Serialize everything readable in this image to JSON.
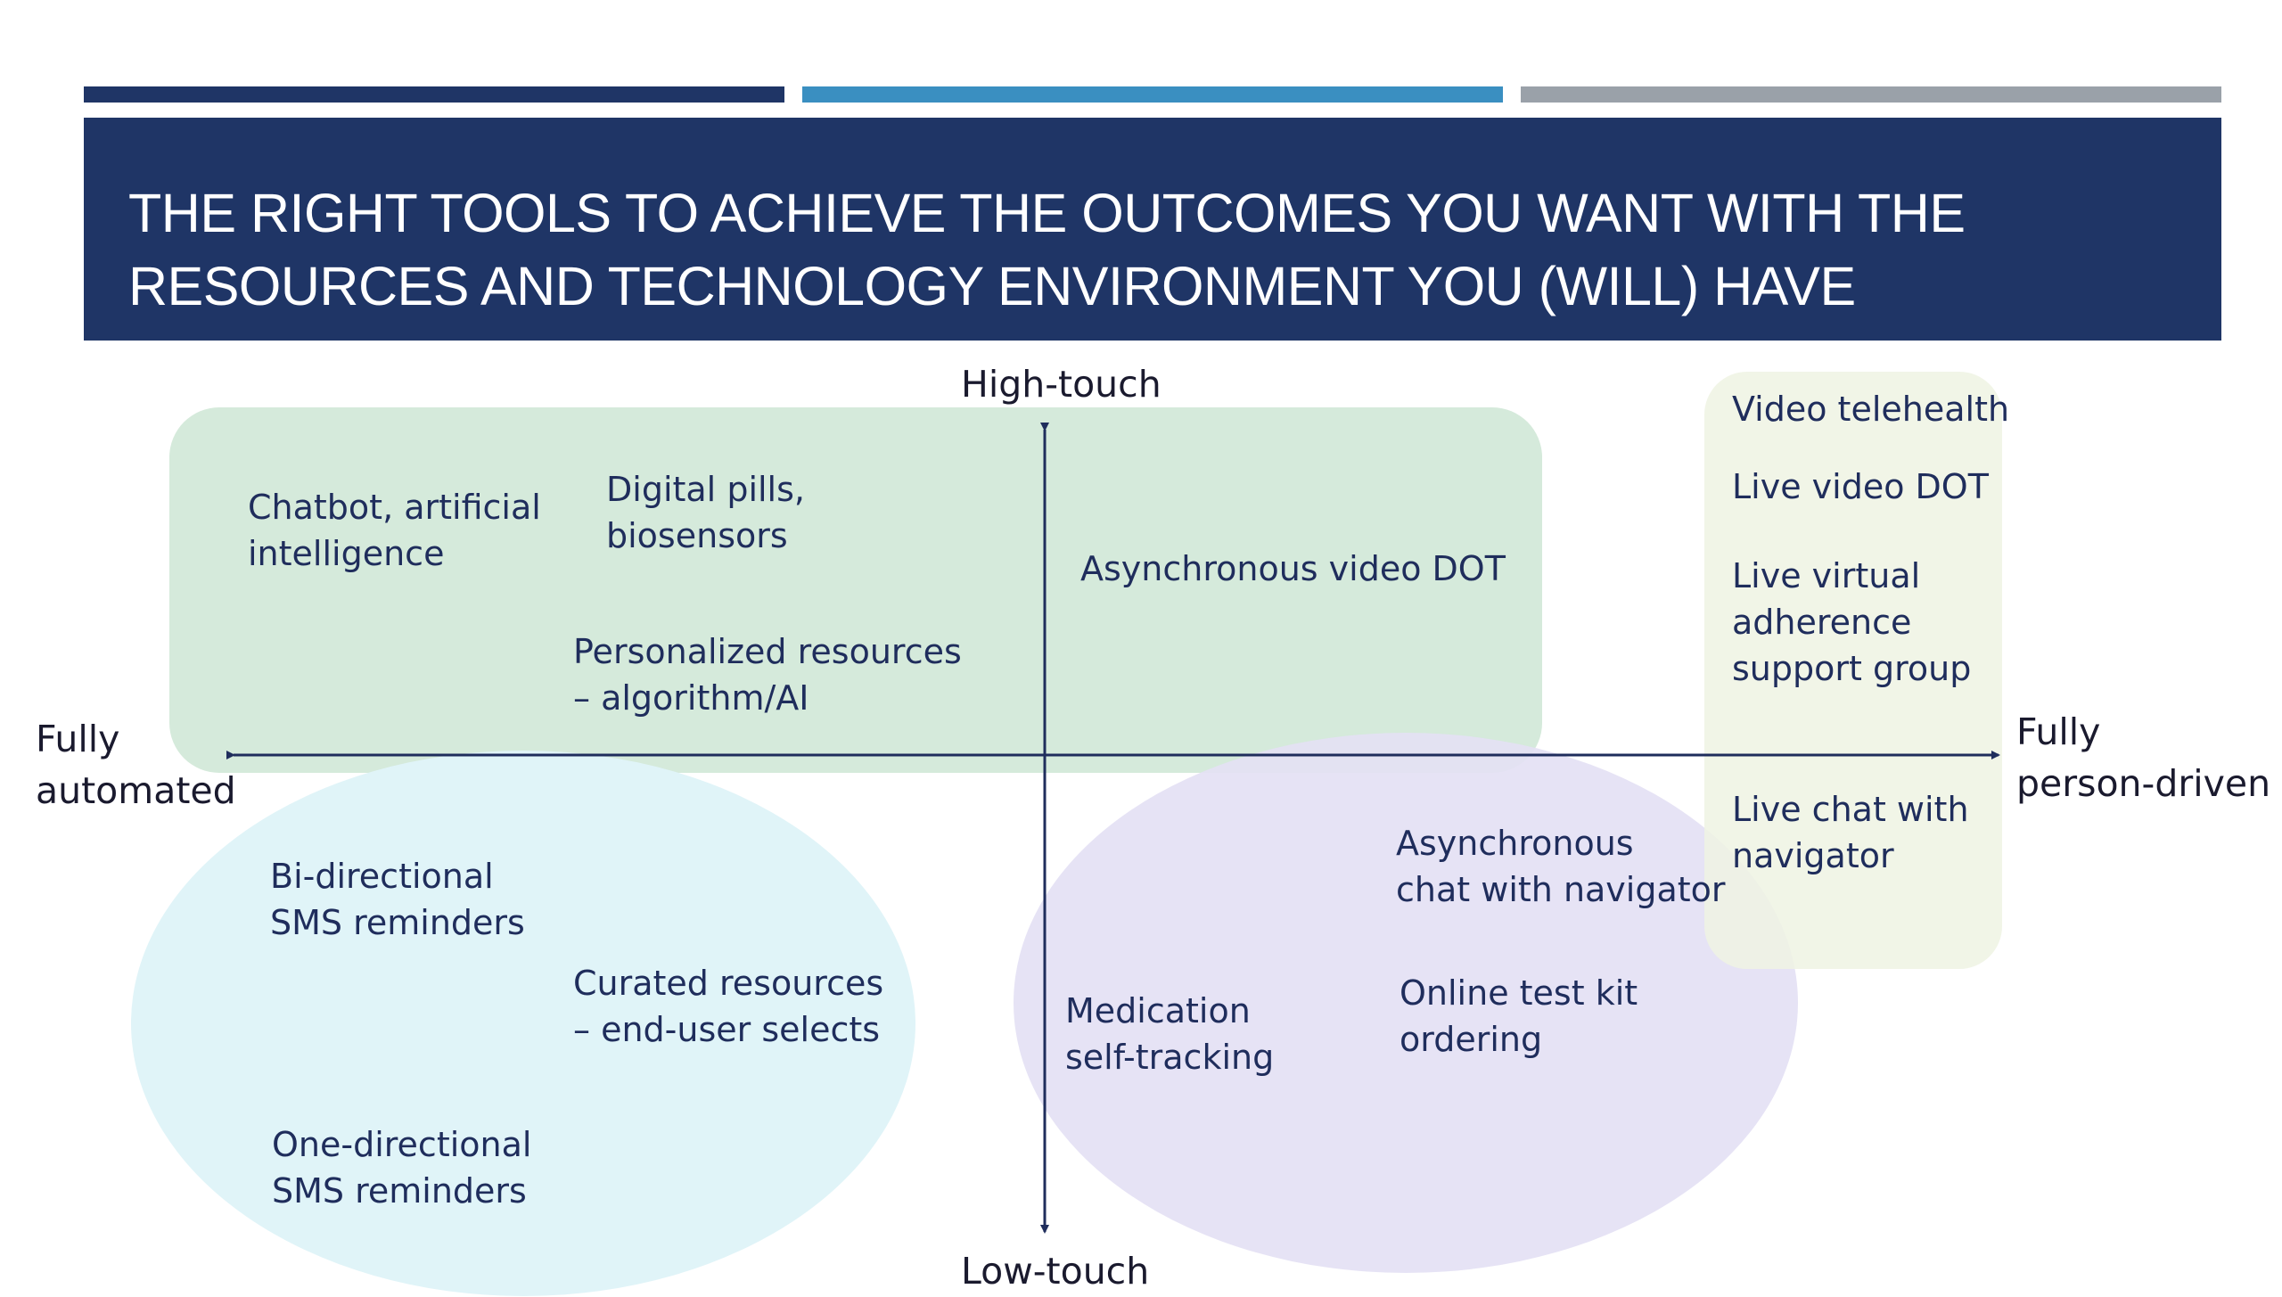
{
  "slide": {
    "title_lines": [
      "THE RIGHT TOOLS TO ACHIEVE THE OUTCOMES YOU WANT WITH THE",
      "RESOURCES AND TECHNOLOGY ENVIRONMENT YOU (WILL) HAVE"
    ]
  },
  "colors": {
    "banner": "#1f3566",
    "bar_navy": "#1f3566",
    "bar_blue": "#3a8fc1",
    "bar_gray": "#9aa1a9",
    "region_green": "#d5eadb",
    "region_cyan": "#e0f4f8",
    "region_lavender": "#e4e1f4",
    "region_lime": "#eef3e3",
    "axis": "#1f2d5c"
  },
  "axes": {
    "top": "High-touch",
    "bottom": "Low-touch",
    "left": [
      "Fully",
      "automated"
    ],
    "right": [
      "Fully",
      "person-driven"
    ]
  },
  "items": {
    "chatbot": [
      "Chatbot, artificial",
      "intelligence"
    ],
    "digital_pills": [
      "Digital pills,",
      "biosensors"
    ],
    "async_video": [
      "Asynchronous video DOT"
    ],
    "personalized": [
      "Personalized resources",
      "– algorithm/AI"
    ],
    "bi_sms": [
      "Bi-directional",
      "SMS reminders"
    ],
    "curated": [
      "Curated resources",
      "– end-user selects"
    ],
    "one_sms": [
      "One-directional",
      "SMS reminders"
    ],
    "med_tracking": [
      "Medication",
      "self-tracking"
    ],
    "async_chat": [
      "Asynchronous",
      "chat with navigator"
    ],
    "test_kit": [
      "Online test kit",
      "ordering"
    ],
    "video_telehealth": [
      "Video telehealth"
    ],
    "live_video": [
      "Live video DOT"
    ],
    "live_group": [
      "Live virtual",
      "adherence",
      "support group"
    ],
    "live_chat": [
      "Live chat with",
      "navigator"
    ]
  }
}
